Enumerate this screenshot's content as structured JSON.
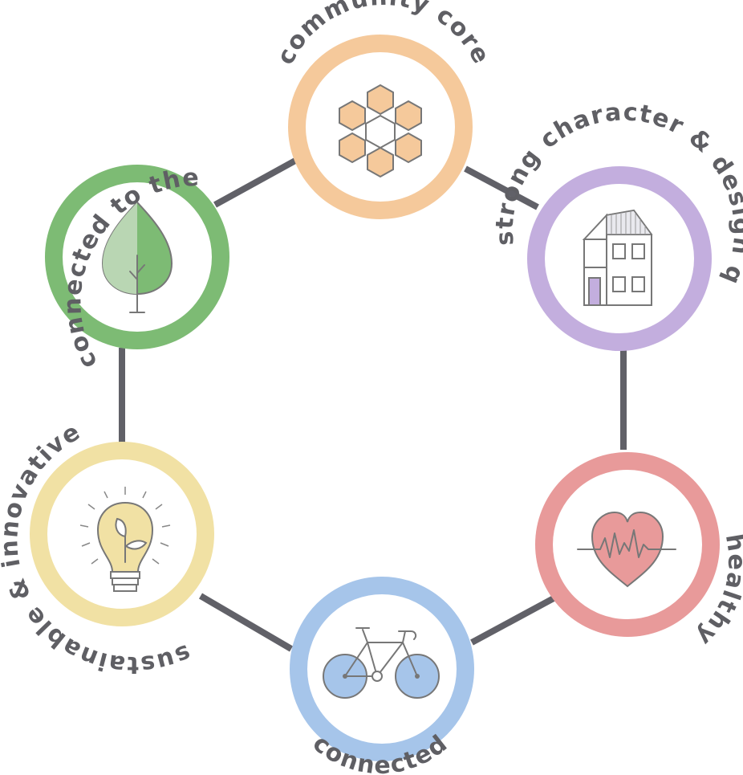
{
  "nodes": [
    {
      "id": "community-core",
      "label": "community core",
      "color": "#f5c99b",
      "icon": "hexagon-cluster-icon"
    },
    {
      "id": "strong-character",
      "label": "strong character & design quality",
      "color": "#c3aede",
      "icon": "house-icon"
    },
    {
      "id": "healthy",
      "label": "healthy",
      "color": "#e89a9a",
      "icon": "heart-pulse-icon"
    },
    {
      "id": "connected",
      "label": "connected",
      "color": "#a6c5ea",
      "icon": "bicycle-icon"
    },
    {
      "id": "sustainable",
      "label": "sustainable & innovative",
      "color": "#f1e1a4",
      "icon": "lightbulb-sprout-icon"
    },
    {
      "id": "landscape",
      "label": "connected to the landscape",
      "color": "#7dbb74",
      "icon": "tree-icon"
    }
  ],
  "colors": {
    "edge": "#616168",
    "label_text": "#5f5f64",
    "icon_fill": "#f5c99b"
  }
}
